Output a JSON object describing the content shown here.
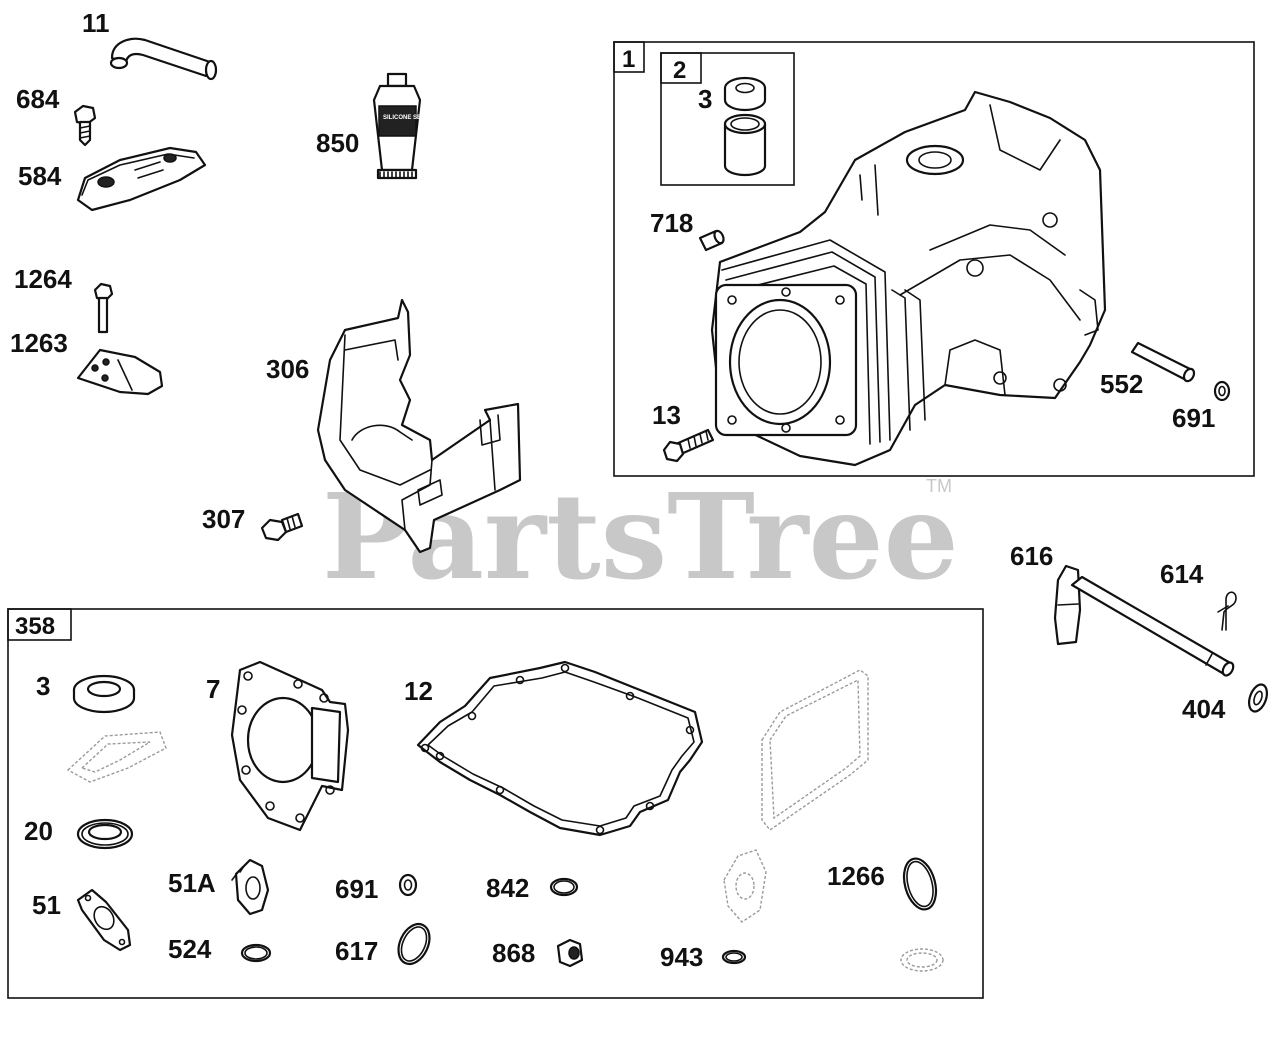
{
  "watermark": {
    "text": "PartsTree",
    "trademark": "TM",
    "color": "#c8c8c8"
  },
  "boxes": {
    "cylinder_assembly": "1",
    "cylinder_subkit": "2",
    "gasket_set": "358"
  },
  "callouts": {
    "p11": "11",
    "p684": "684",
    "p584": "584",
    "p850": "850",
    "p1264": "1264",
    "p1263": "1263",
    "p306": "306",
    "p307": "307",
    "p3_top": "3",
    "p718": "718",
    "p13": "13",
    "p552": "552",
    "p691_top": "691",
    "p616": "616",
    "p614": "614",
    "p404": "404",
    "p3_kit": "3",
    "p7": "7",
    "p12": "12",
    "p20": "20",
    "p51": "51",
    "p51A": "51A",
    "p524": "524",
    "p691_kit": "691",
    "p617": "617",
    "p842": "842",
    "p868": "868",
    "p943": "943",
    "p1266": "1266"
  },
  "sealant_tube_text": "SILICONE SEALANT",
  "colors": {
    "line": "#111111",
    "ghost": "#9a9a9a",
    "background": "#ffffff"
  }
}
